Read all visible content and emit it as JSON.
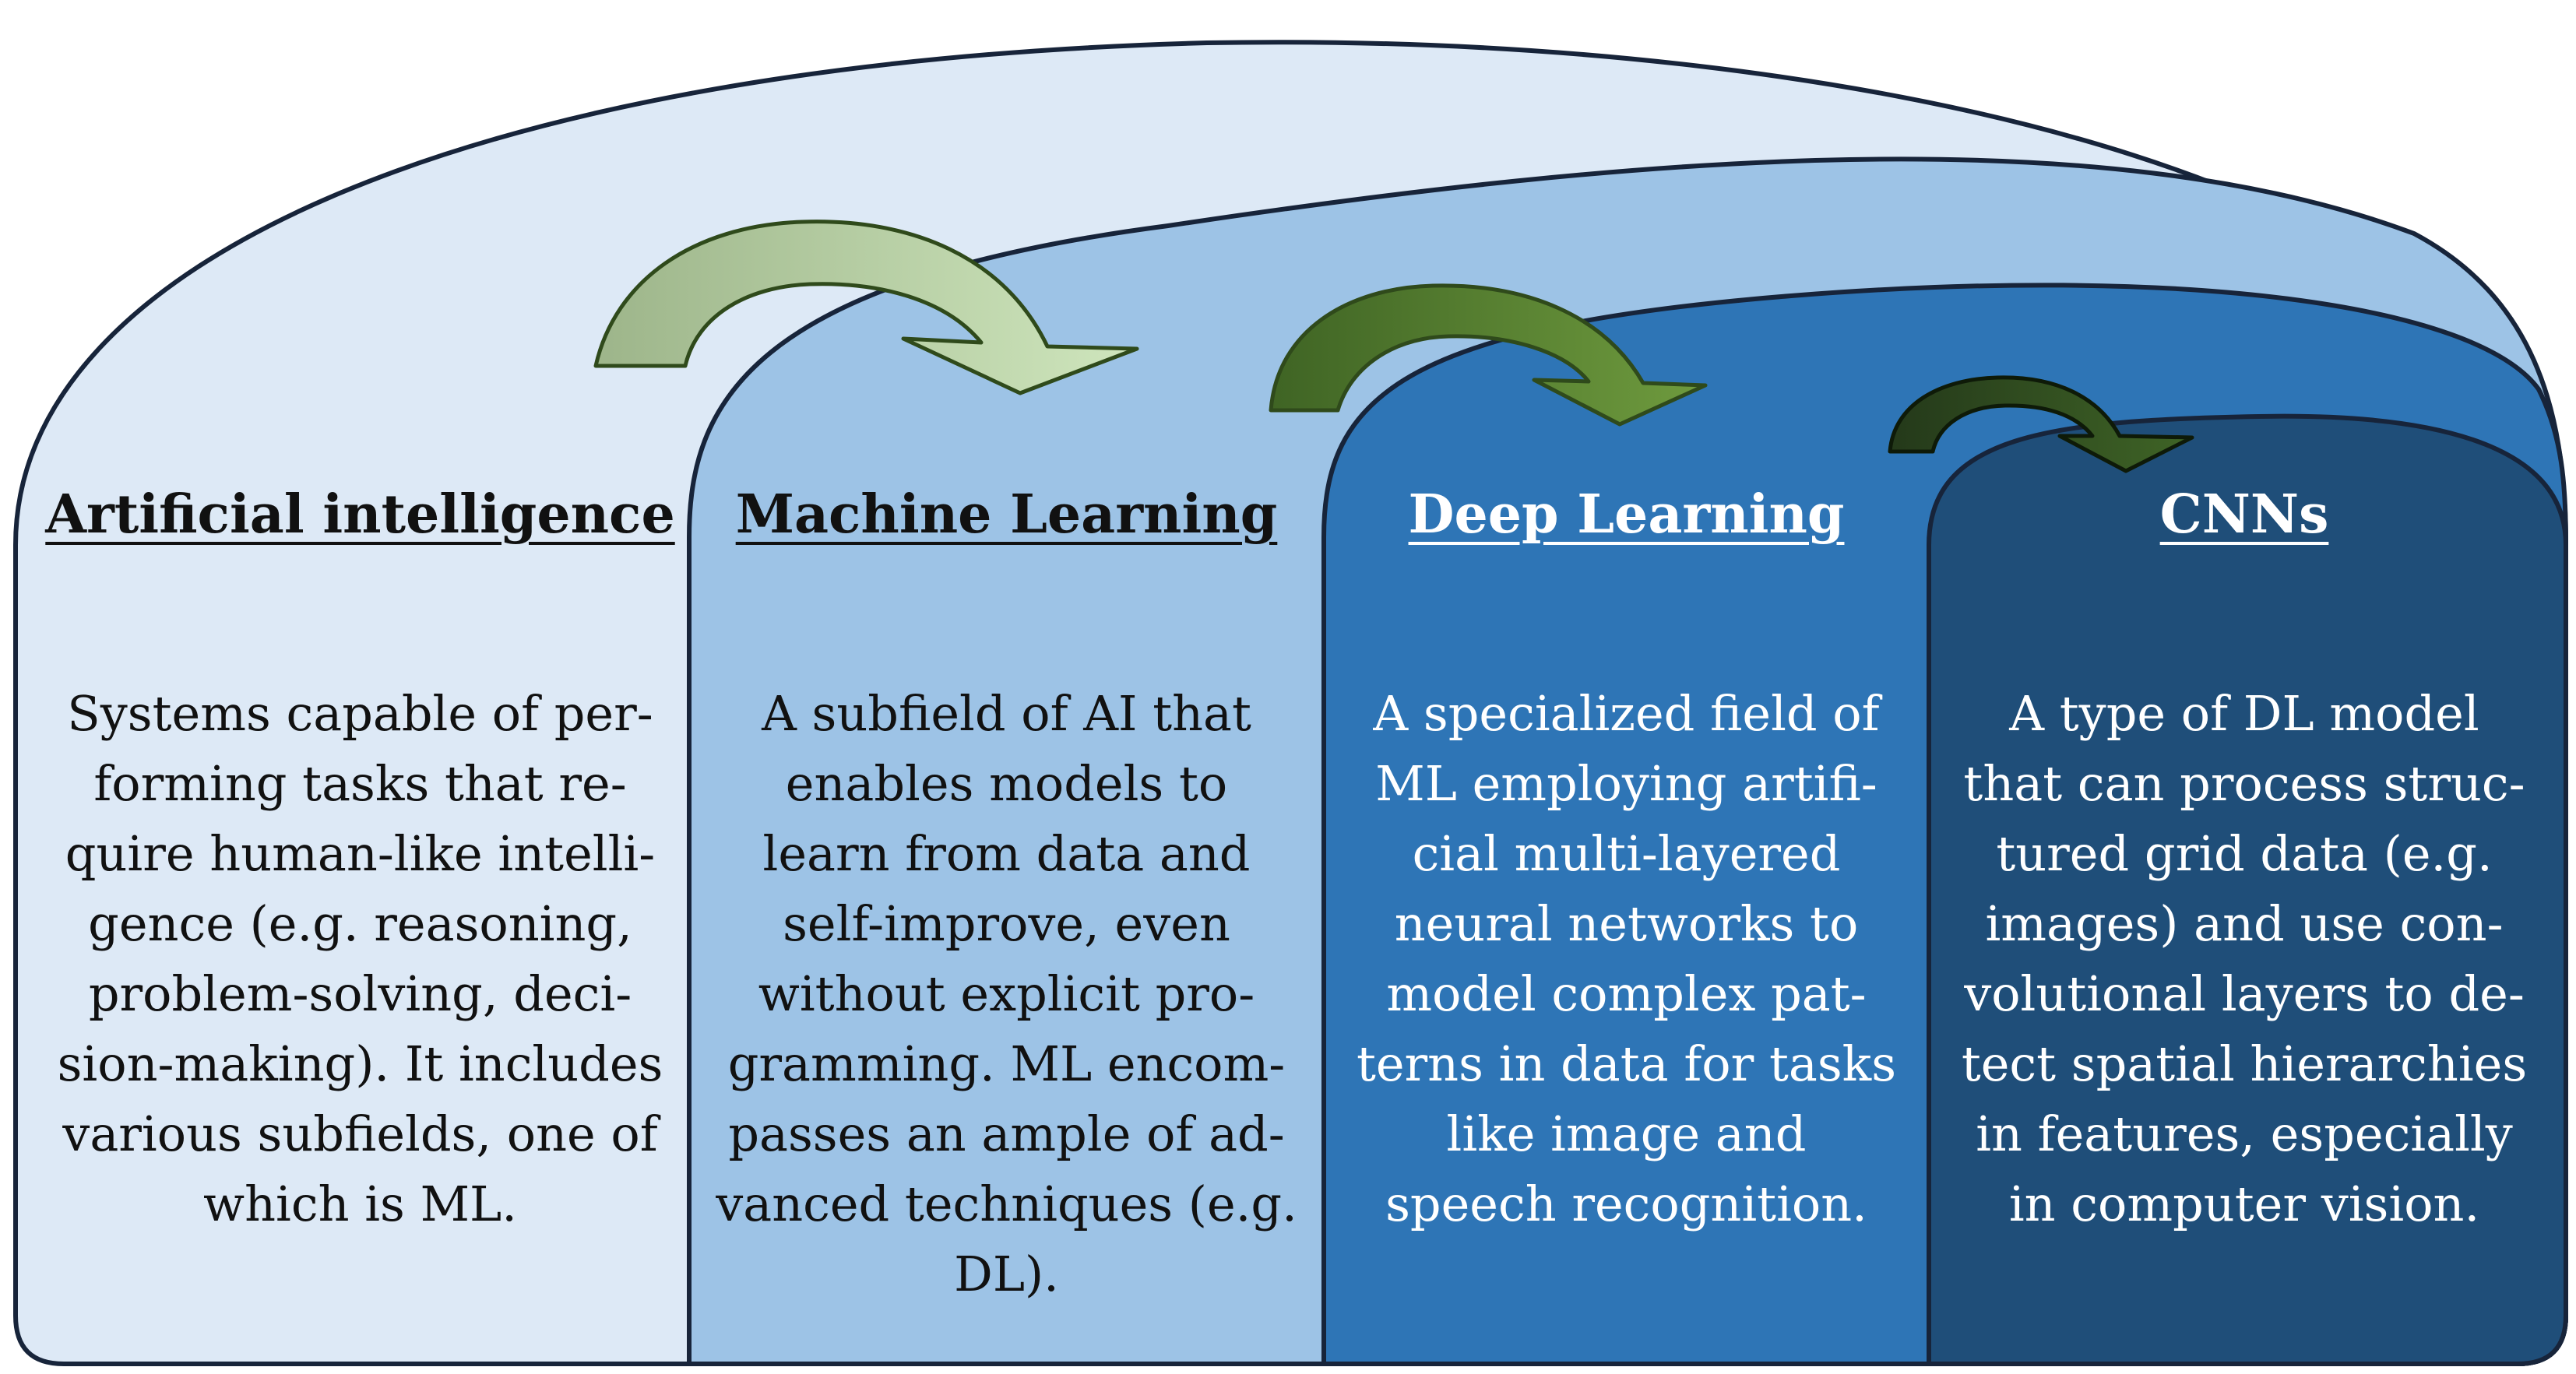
{
  "colors": {
    "ai_fill": "#dde9f6",
    "ml_fill": "#9dc3e6",
    "dl_fill": "#2e75b6",
    "cnn_fill": "#1f4e79",
    "outline": "#17243a",
    "arrow_light": "#b9d6a4",
    "arrow_mid": "#6a8f3a",
    "arrow_dark": "#2f4a1b"
  },
  "panels": [
    {
      "title": "Artificial intelligence",
      "lines": [
        "Systems capable of per-",
        "forming tasks that re-",
        "quire human-like intelli-",
        "gence (e.g. reasoning,",
        "problem-solving, deci-",
        "sion-making). It includes",
        "various subfields, one of",
        "which is ML."
      ]
    },
    {
      "title": "Machine Learning",
      "lines": [
        "A subfield of AI that",
        "enables models to",
        "learn from data and",
        "self-improve, even",
        "without explicit pro-",
        "gramming. ML encom-",
        "passes an ample of ad-",
        "vanced techniques (e.g.",
        "DL)."
      ]
    },
    {
      "title": "Deep Learning",
      "lines": [
        "A specialized field of",
        "ML employing artifi-",
        "cial multi-layered",
        "neural networks to",
        "model complex pat-",
        "terns in data for tasks",
        "like image and",
        "speech recognition."
      ]
    },
    {
      "title": "CNNs",
      "lines": [
        "A type of DL model",
        "that can process struc-",
        "tured grid data (e.g.",
        "images) and use con-",
        "volutional layers to de-",
        "tect spatial hierarchies",
        "in features, especially",
        "in computer vision."
      ]
    }
  ]
}
